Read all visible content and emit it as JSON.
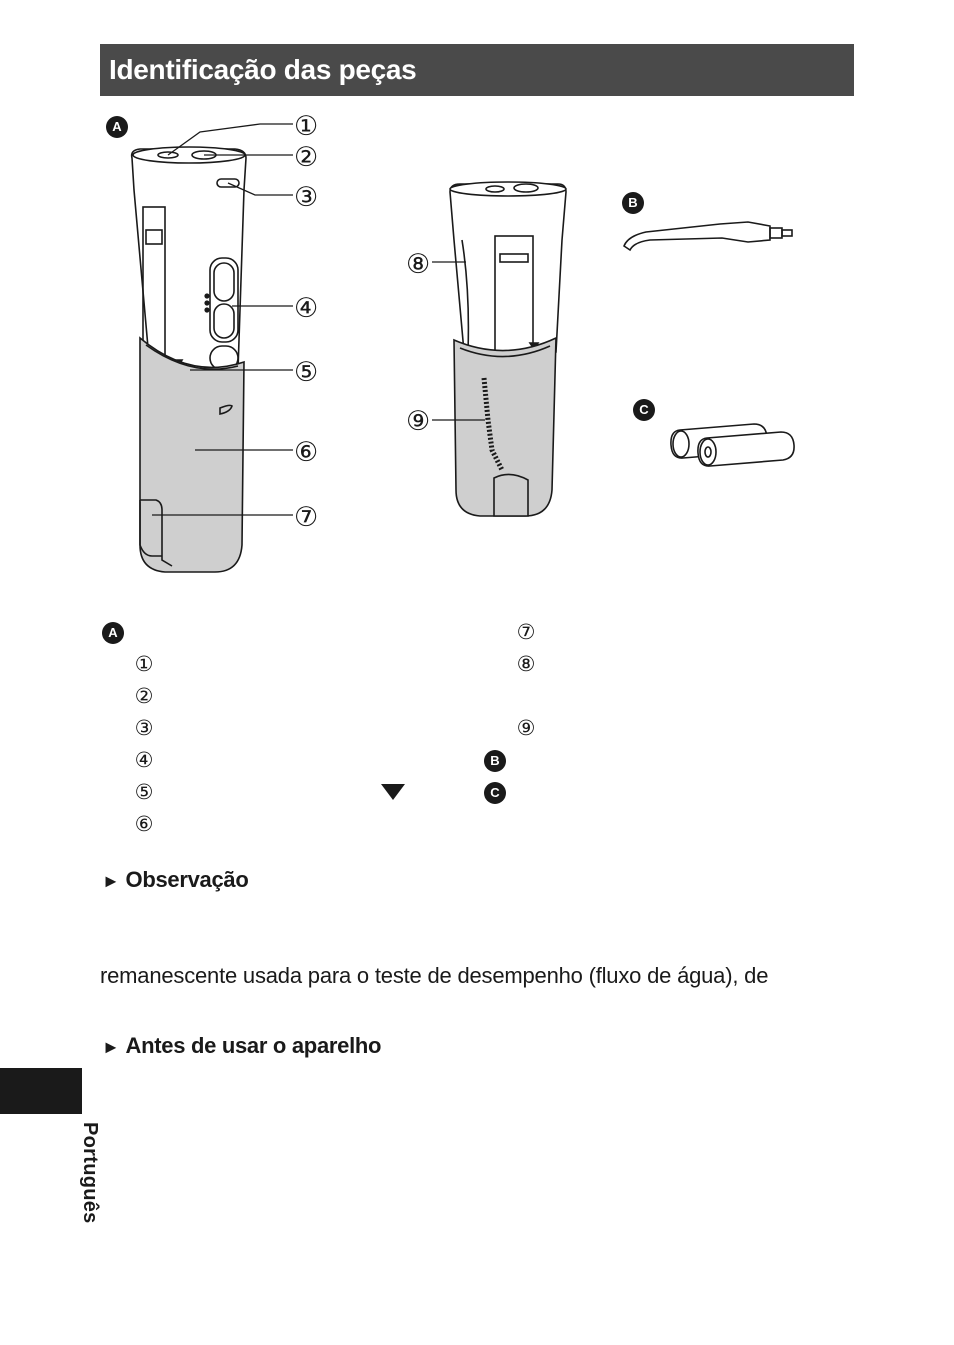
{
  "header": {
    "title": "Identificação das peças"
  },
  "figure": {
    "badges": [
      "A",
      "B",
      "C"
    ],
    "callouts": [
      "①",
      "②",
      "③",
      "④",
      "⑤",
      "⑥",
      "⑦",
      "⑧",
      "⑨"
    ]
  },
  "legend": {
    "group_a": "A",
    "group_b": "B",
    "group_c": "C",
    "items": [
      "①",
      "②",
      "③",
      "④",
      "⑤",
      "⑥",
      "⑦",
      "⑧",
      "⑨"
    ]
  },
  "notes": {
    "observacao_heading": "Observação",
    "observacao_text": "remanescente usada para o teste de desempenho (fluxo de água), de",
    "antes_heading": "Antes de usar o aparelho",
    "arrow": "►"
  },
  "sidebar": {
    "language": "Português"
  }
}
